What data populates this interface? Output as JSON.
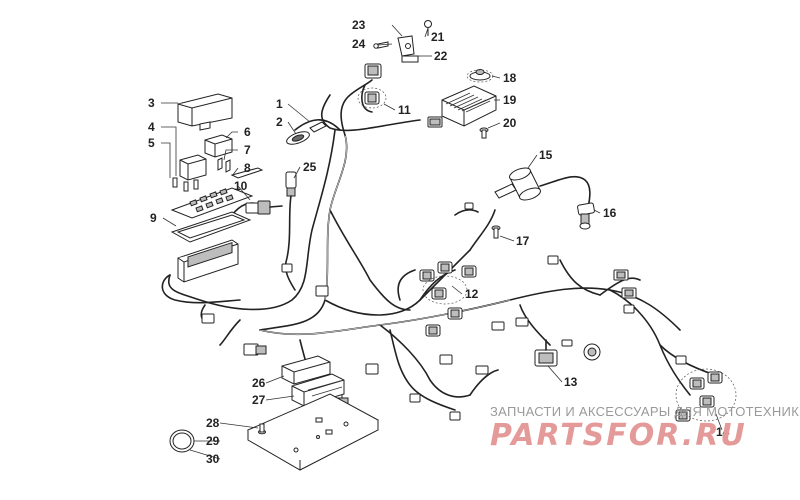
{
  "callouts": [
    "1",
    "2",
    "3",
    "4",
    "5",
    "6",
    "7",
    "8",
    "9",
    "10",
    "11",
    "12",
    "13",
    "14",
    "15",
    "16",
    "17",
    "18",
    "19",
    "20",
    "21",
    "22",
    "23",
    "24",
    "25",
    "26",
    "27",
    "28",
    "29",
    "30"
  ],
  "watermark": {
    "caption": "ЗАПЧАСТИ И АКСЕССУАРЫ ДЛЯ МОТОТЕХНИКИ",
    "logo": "PARTSFOR.RU",
    "caption_color": "#9a9a9a",
    "logo_color": "#e59a9a"
  },
  "colors": {
    "line": "#222222",
    "background": "#ffffff"
  }
}
